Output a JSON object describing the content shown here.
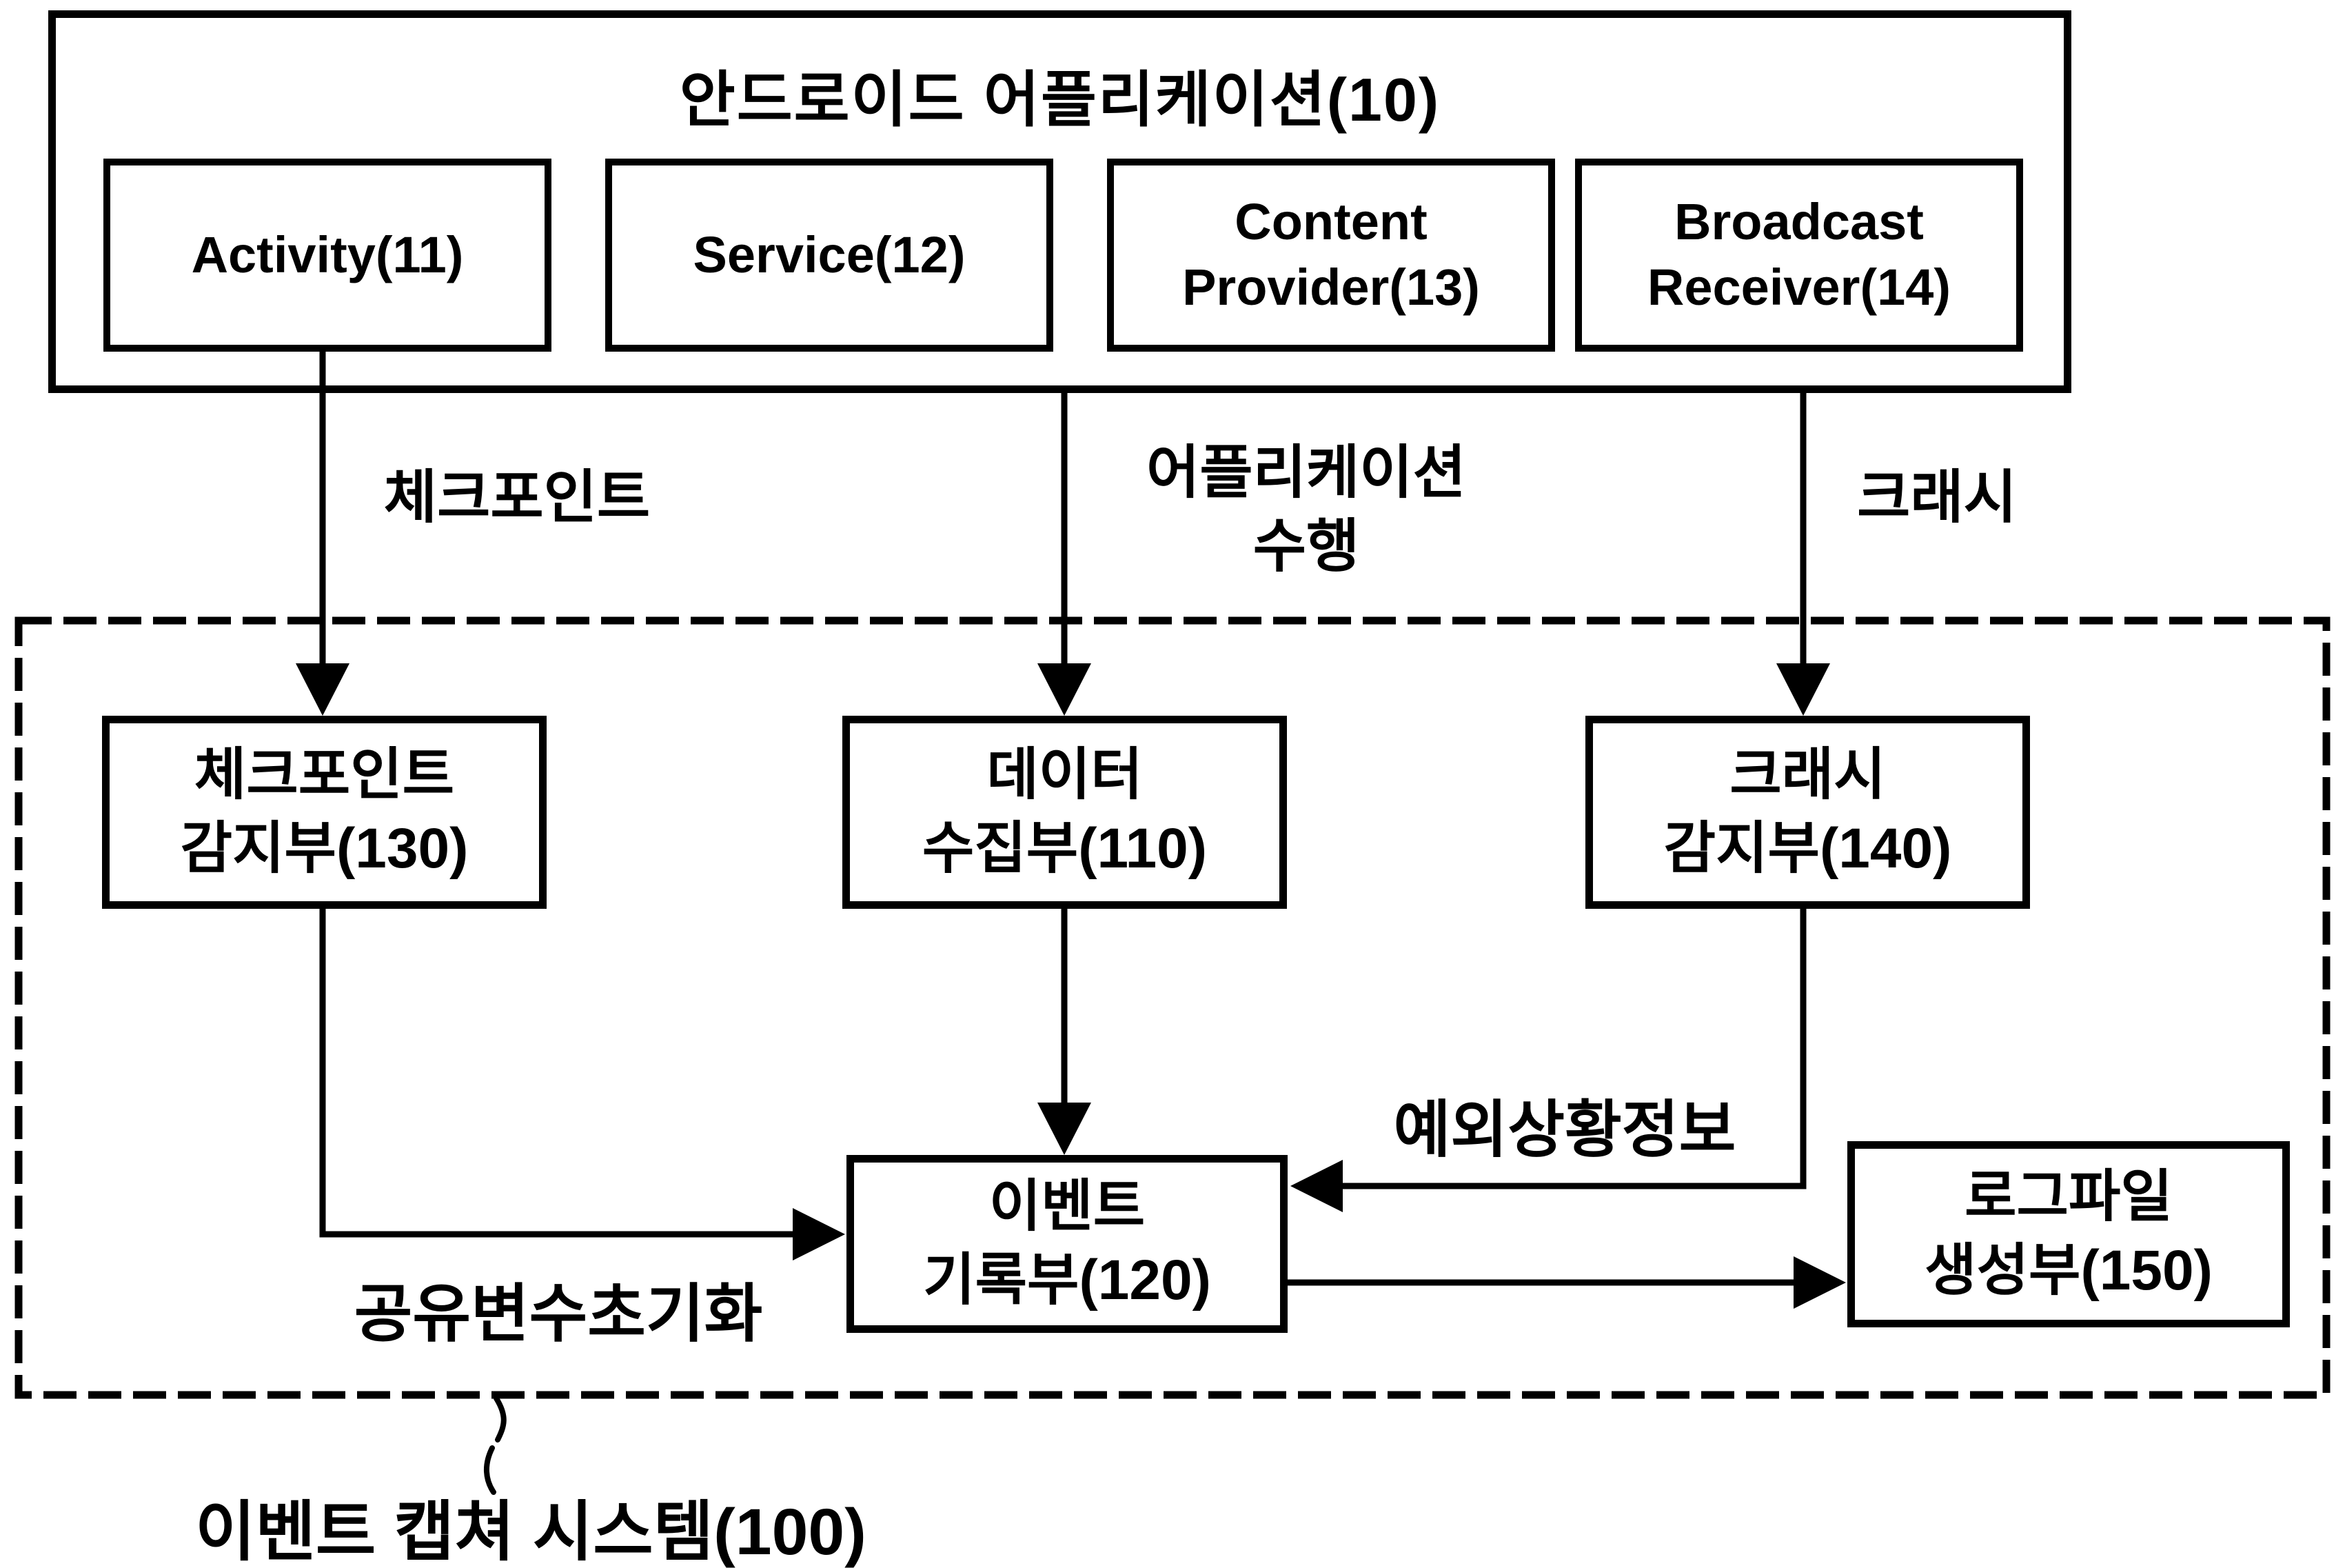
{
  "android_box": {
    "title": "안드로이드 어플리케이션(10)",
    "components": [
      {
        "line1": "Activity(11)",
        "line2": ""
      },
      {
        "line1": "Service(12)",
        "line2": ""
      },
      {
        "line1": "Content",
        "line2": "Provider(13)"
      },
      {
        "line1": "Broadcast",
        "line2": "Receiver(14)"
      }
    ]
  },
  "arrow_labels": {
    "checkpoint": "체크포인트",
    "app_exec_line1": "어플리케이션",
    "app_exec_line2": "수행",
    "crash": "크래시",
    "exception_info": "예외상황정보",
    "shared_var_init": "공유변수초기화"
  },
  "event_system": {
    "label": "이벤트 캡쳐 시스템(100)",
    "modules": {
      "checkpoint_detector": {
        "line1": "체크포인트",
        "line2": "감지부(130)"
      },
      "data_collector": {
        "line1": "데이터",
        "line2": "수집부(110)"
      },
      "crash_detector": {
        "line1": "크래시",
        "line2": "감지부(140)"
      },
      "event_recorder": {
        "line1": "이벤트",
        "line2": "기록부(120)"
      },
      "log_generator": {
        "line1": "로그파일",
        "line2": "생성부(150)"
      }
    }
  },
  "colors": {
    "ink": "#000000",
    "background": "#ffffff"
  }
}
